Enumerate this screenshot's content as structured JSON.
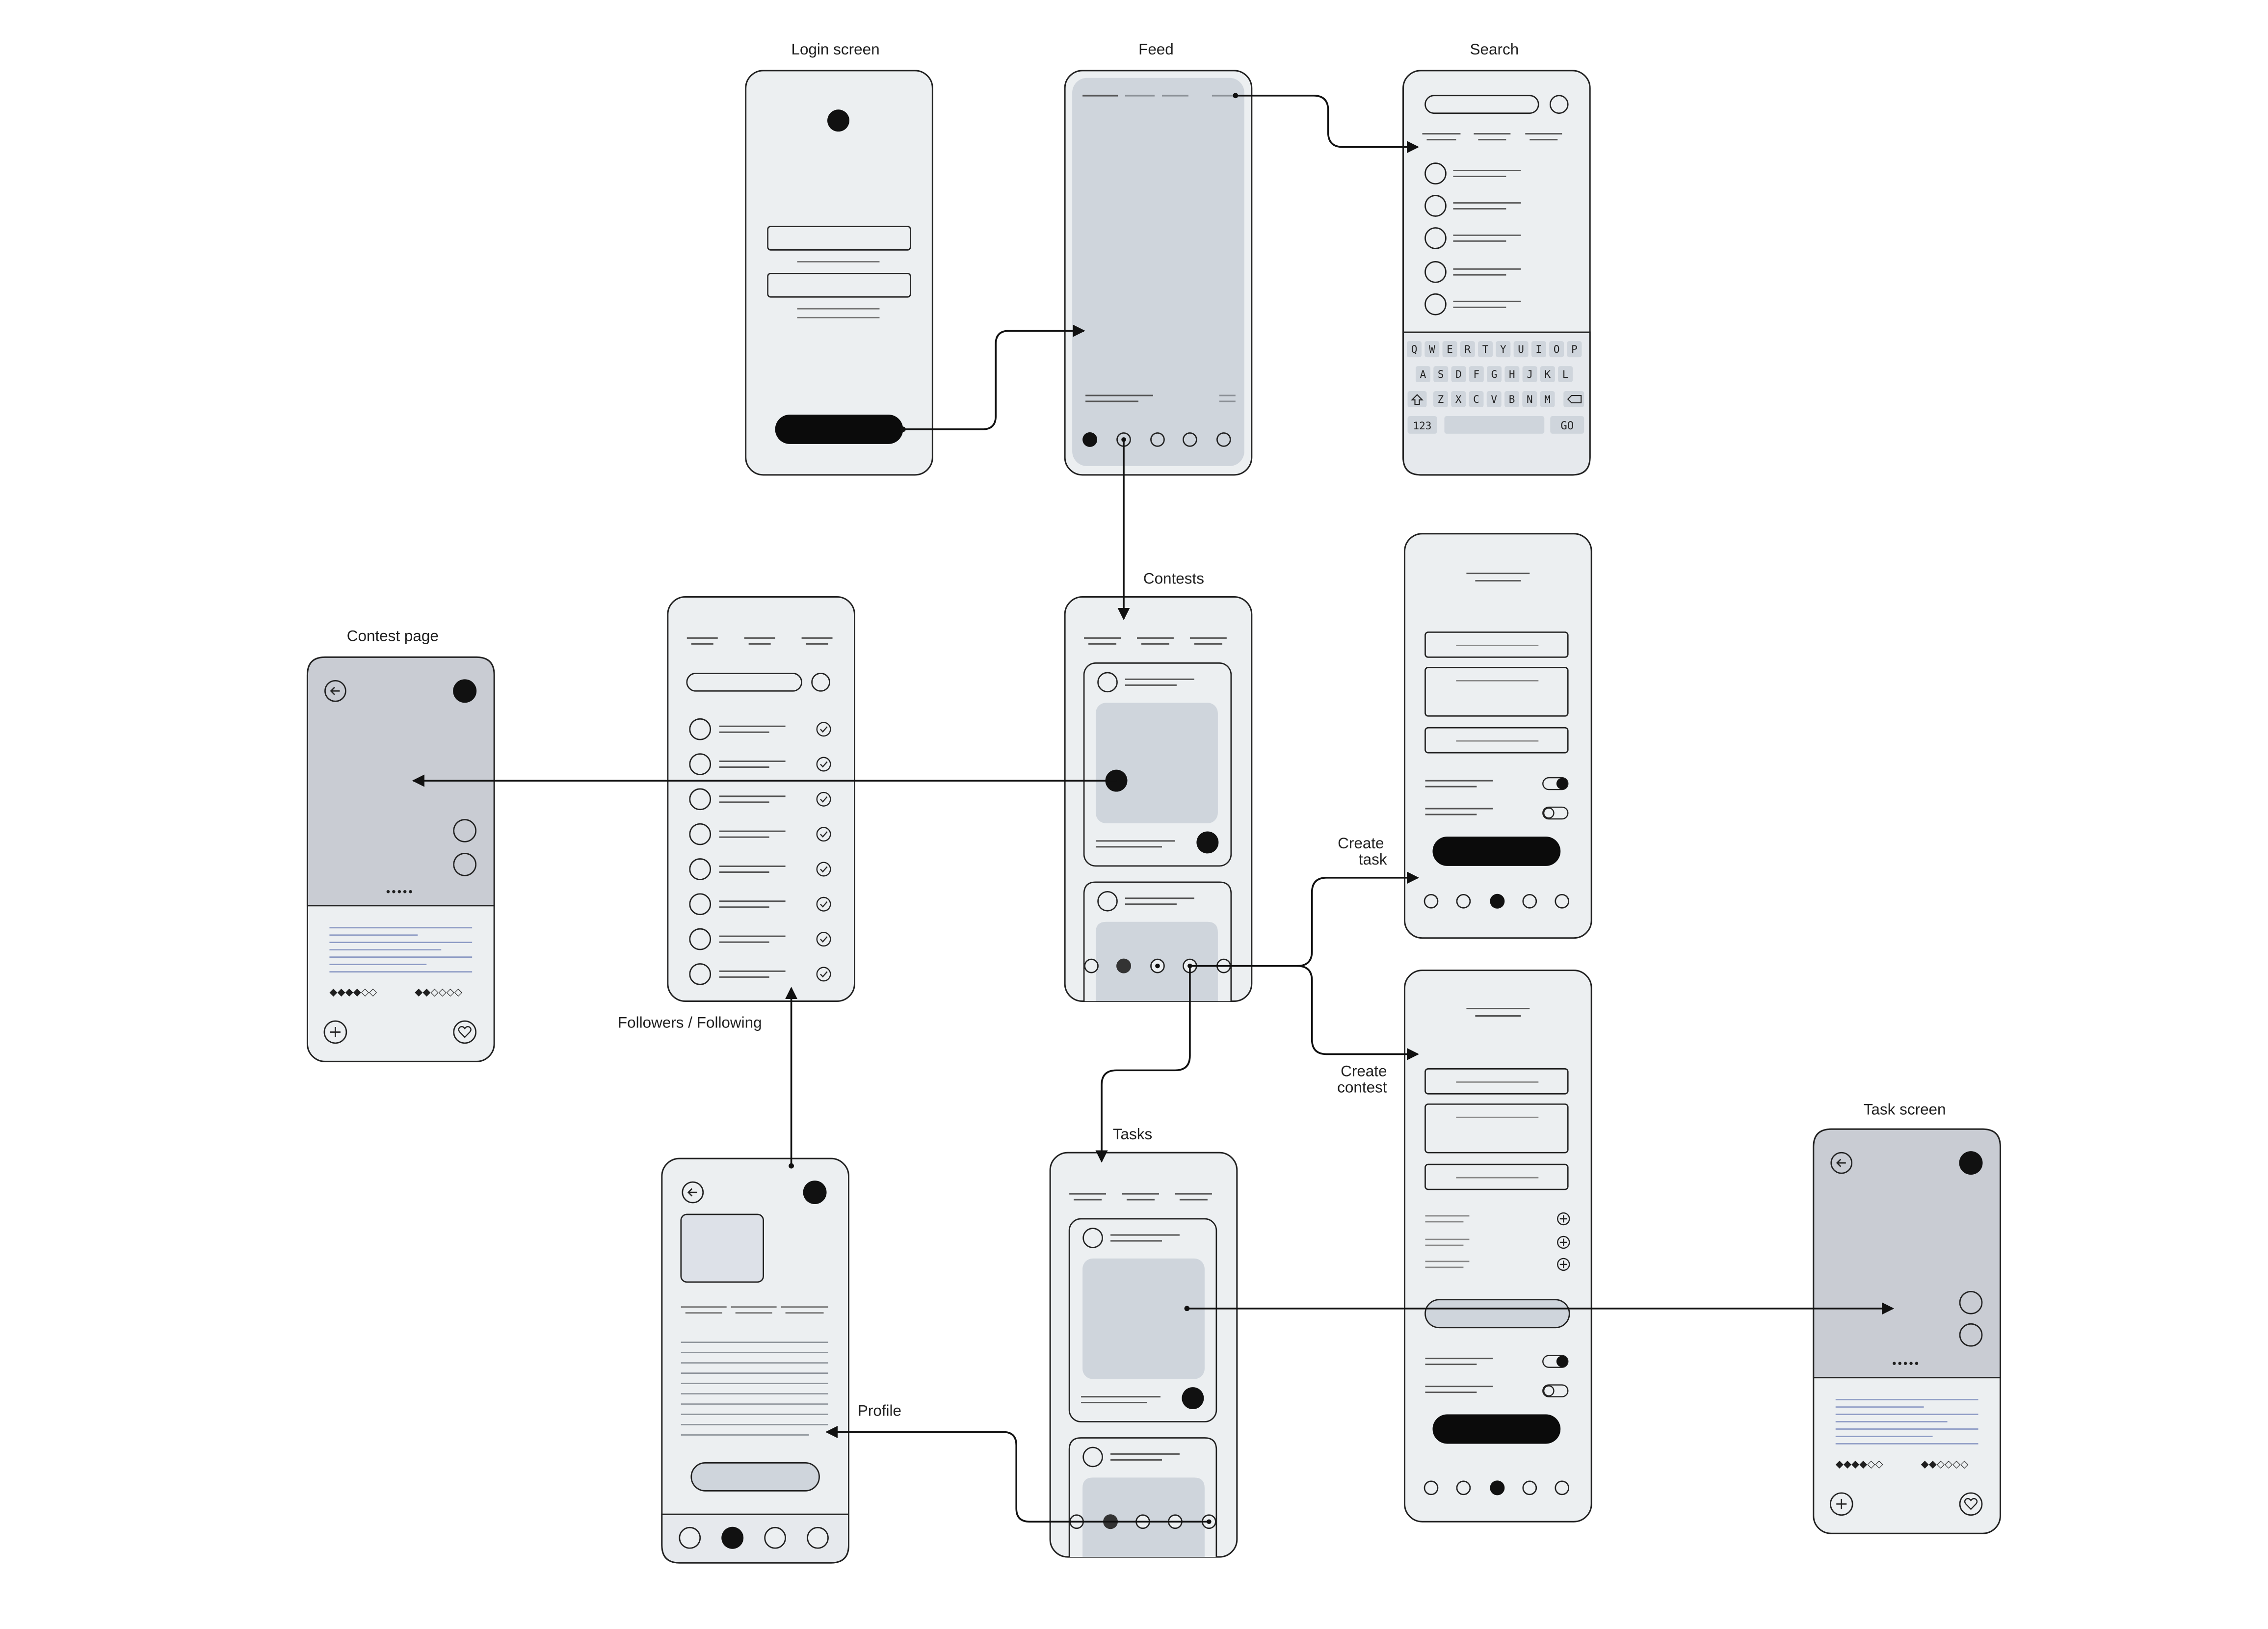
{
  "screens": {
    "login": {
      "title": "Login screen"
    },
    "feed": {
      "title": "Feed"
    },
    "search": {
      "title": "Search",
      "keyboard": {
        "rows": [
          [
            "Q",
            "W",
            "E",
            "R",
            "T",
            "Y",
            "U",
            "I",
            "O",
            "P"
          ],
          [
            "A",
            "S",
            "D",
            "F",
            "G",
            "H",
            "J",
            "K",
            "L"
          ],
          [
            "Z",
            "X",
            "C",
            "V",
            "B",
            "N",
            "M"
          ]
        ],
        "numbers_key": "123",
        "go_key": "GO"
      }
    },
    "contests": {
      "title": "Contests"
    },
    "followers": {
      "title": "Followers / Following"
    },
    "contest_page": {
      "title": "Contest page",
      "page_dots": "•••••"
    },
    "profile": {
      "title": "Profile"
    },
    "tasks": {
      "title": "Tasks"
    },
    "create_task": {
      "title_line1": "Create",
      "title_line2": "task"
    },
    "create_contest": {
      "title_line1": "Create",
      "title_line2": "contest"
    },
    "task_screen": {
      "title": "Task screen",
      "page_dots": "•••••"
    }
  },
  "colors": {
    "screen_bg": "#eceff1",
    "panel_bg": "#cfd5dc",
    "dark_panel": "#c9ccd3",
    "stroke": "#222222",
    "line": "#6e747b",
    "accent_line": "#8c9ac4"
  }
}
